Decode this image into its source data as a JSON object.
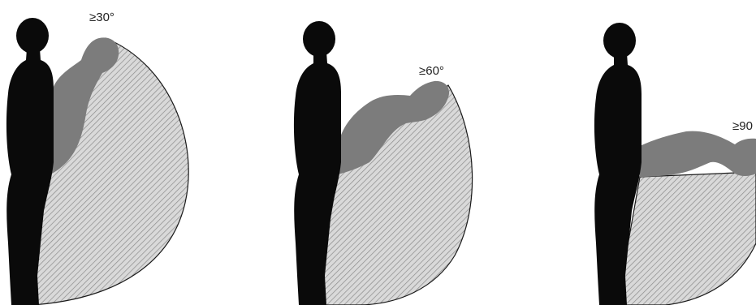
{
  "colors": {
    "standing_figure": "#0a0a0a",
    "bent_torso": "#7c7c7c",
    "sector_fill": "#d9d9d9",
    "sector_hatch": "#8a8a8a",
    "outline": "#1a1a1a"
  },
  "panels": [
    {
      "label": "≥30°",
      "angle_deg": 30
    },
    {
      "label": "≥60°",
      "angle_deg": 60
    },
    {
      "label": "≥90",
      "angle_deg": 90
    }
  ]
}
